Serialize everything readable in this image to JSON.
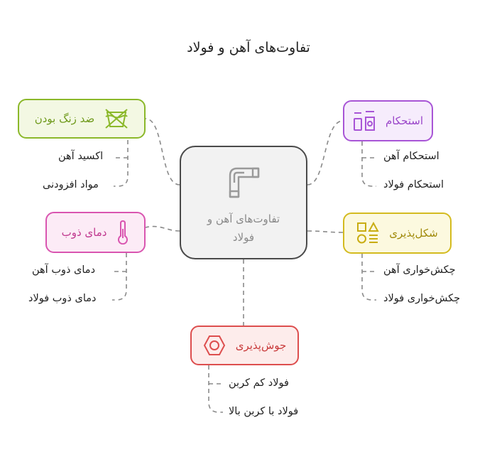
{
  "title": "تفاوت‌های آهن و فولاد",
  "center": {
    "label": "تفاوت‌های آهن و فولاد",
    "icon": "pipe-elbow-icon"
  },
  "nodes": {
    "rust": {
      "label": "ضد زنگ بودن",
      "icon": "no-rust-icon",
      "color": "#8bb82a",
      "fill": "#f3f8e3",
      "text": "#6f9a1c"
    },
    "strength": {
      "label": "استحکام",
      "icon": "strength-shapes-icon",
      "color": "#a855d6",
      "fill": "#f6ecfc",
      "text": "#9a45c9"
    },
    "melting": {
      "label": "دمای ذوب",
      "icon": "thermometer-icon",
      "color": "#d955b0",
      "fill": "#fcebf6",
      "text": "#c0398f"
    },
    "formability": {
      "label": "شکل‌پذیری",
      "icon": "shapes-icon",
      "color": "#d4bb1f",
      "fill": "#fcf9df",
      "text": "#a08a0a"
    },
    "weldability": {
      "label": "جوش‌پذیری",
      "icon": "hex-nut-icon",
      "color": "#dd4e4e",
      "fill": "#fdeceb",
      "text": "#c93b3b"
    }
  },
  "leaves": {
    "rust": [
      "اکسید آهن",
      "مواد افزودنی"
    ],
    "strength": [
      "استحکام آهن",
      "استحکام فولاد"
    ],
    "melting": [
      "دمای ذوب آهن",
      "دمای ذوب فولاد"
    ],
    "formability": [
      "چکش‌خواری آهن",
      "چکش‌خواری فولاد"
    ],
    "weldability": [
      "فولاد کم کربن",
      "فولاد با کربن بالا"
    ]
  }
}
